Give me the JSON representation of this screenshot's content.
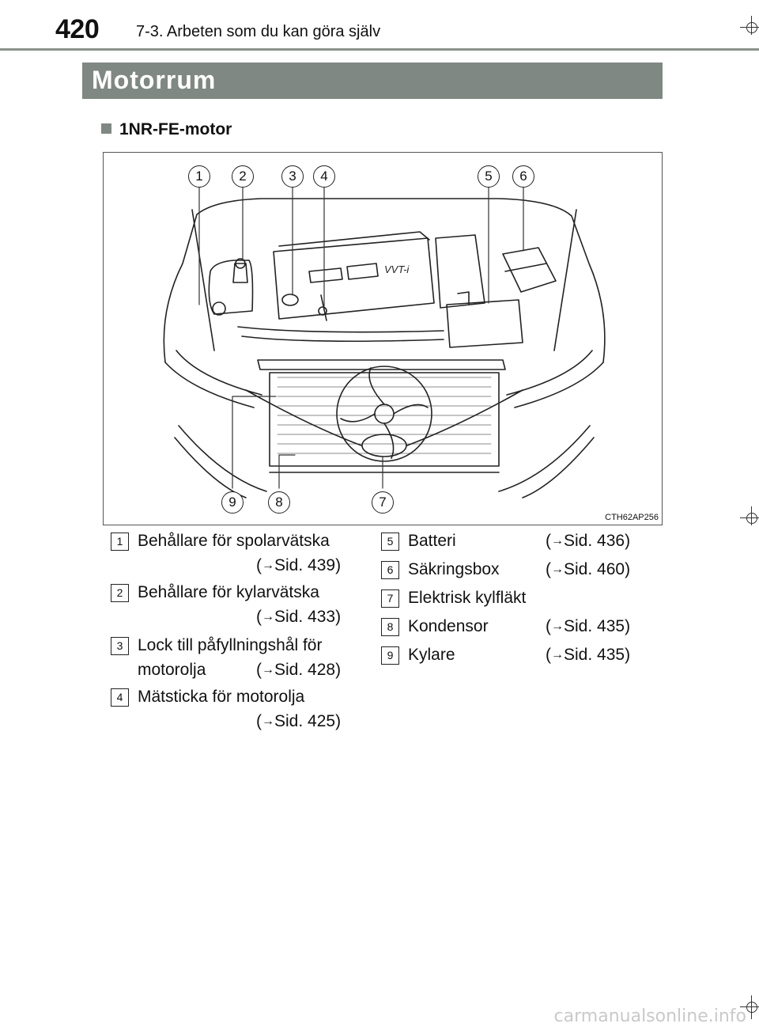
{
  "page": {
    "number": "420",
    "running_header": "7-3. Arbeten som du kan göra själv",
    "section_title": "Motorrum",
    "subheading": "1NR-FE-motor"
  },
  "figure": {
    "code": "CTH62AP256",
    "engine_label": "VVT-i",
    "callouts_top": [
      "1",
      "2",
      "3",
      "4",
      "5",
      "6"
    ],
    "callouts_bottom": [
      "9",
      "8",
      "7"
    ]
  },
  "legend": [
    {
      "num": "1",
      "lines": [
        "Behållare för spolarvätska"
      ],
      "ref": "Sid. 439"
    },
    {
      "num": "2",
      "lines": [
        "Behållare för kylarvätska"
      ],
      "ref": "Sid. 433"
    },
    {
      "num": "3",
      "lines": [
        "Lock till påfyllningshål för",
        "motorolja"
      ],
      "ref": "Sid. 428"
    },
    {
      "num": "4",
      "lines": [
        "Mätsticka för motorolja"
      ],
      "ref": "Sid. 425"
    },
    {
      "num": "5",
      "lines": [
        "Batteri"
      ],
      "ref": "Sid. 436"
    },
    {
      "num": "6",
      "lines": [
        "Säkringsbox"
      ],
      "ref": "Sid. 460"
    },
    {
      "num": "7",
      "lines": [
        "Elektrisk kylfläkt"
      ],
      "ref": ""
    },
    {
      "num": "8",
      "lines": [
        "Kondensor"
      ],
      "ref": "Sid. 435"
    },
    {
      "num": "9",
      "lines": [
        "Kylare"
      ],
      "ref": "Sid. 435"
    }
  ],
  "watermark": "carmanualsonline.info"
}
